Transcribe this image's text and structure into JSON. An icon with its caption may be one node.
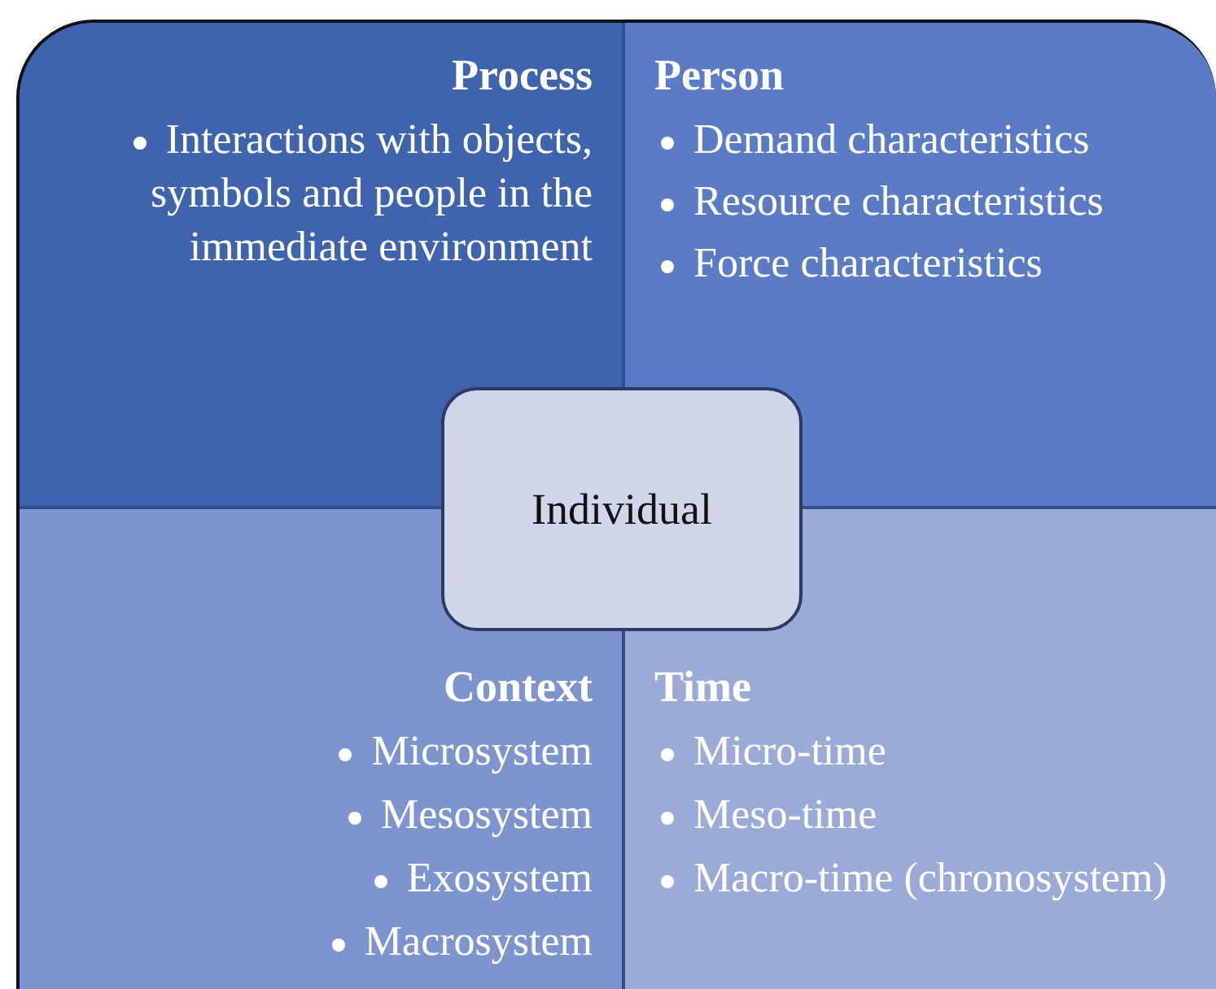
{
  "diagram": {
    "nodes": [
      {
        "text": [
          "Process",
          "Interactions with objects, symbols and people in the immediate environment"
        ]
      },
      {
        "text": [
          "Person",
          "Demand characteristics",
          "Resource characteristics",
          "Force characteristics"
        ]
      },
      {
        "text": [
          "Context",
          "Microsystem",
          "Mesosystem",
          "Exosystem",
          "Macrosystem"
        ]
      },
      {
        "text": [
          "Time",
          "Micro-time",
          "Meso-time",
          "Macro-time (chronosystem)"
        ]
      },
      {
        "text": [
          "Individual"
        ]
      }
    ]
  }
}
